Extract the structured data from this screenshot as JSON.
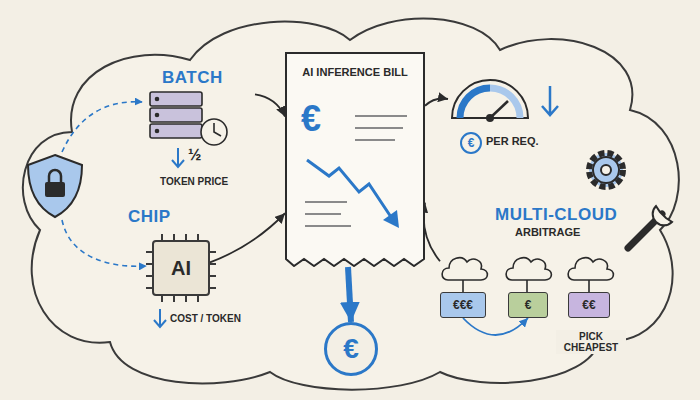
{
  "diagram": {
    "nodes": [
      {
        "text": [
          "BATCH",
          "½",
          "TOKEN PRICE"
        ]
      },
      {
        "text": [
          "CHIP",
          "COST / TOKEN"
        ]
      },
      {
        "text": [
          "AI"
        ],
        "in": 1
      },
      {
        "text": [
          "AI INFERENCE BILL",
          "€"
        ]
      },
      {
        "text": [
          "€"
        ]
      },
      {
        "text": [
          "€",
          "PER REQ."
        ]
      },
      {
        "text": [
          "MULTI-CLOUD",
          "ARBITRAGE"
        ]
      },
      {
        "text": [
          "€€€"
        ],
        "in": 6
      },
      {
        "text": [
          "€"
        ],
        "in": 6
      },
      {
        "text": [
          "€€"
        ],
        "in": 6
      }
    ],
    "edges": [
      {
        "from": 0,
        "to": 3,
        "arrow": "to"
      },
      {
        "from": 2,
        "to": 3,
        "arrow": "to"
      },
      {
        "from": 3,
        "to": 5,
        "arrow": "to"
      },
      {
        "from": 6,
        "to": 3,
        "arrow": "to"
      },
      {
        "from": 3,
        "to": 4,
        "arrow": "to"
      },
      {
        "from": 7,
        "to": 8,
        "arrow": "to",
        "label": "PICK CHEAPEST"
      }
    ]
  }
}
